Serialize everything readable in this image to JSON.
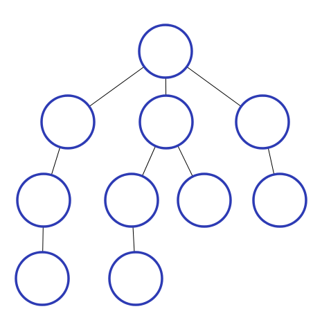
{
  "diagram": {
    "type": "tree",
    "colors": {
      "node_stroke": "#2d3bb4",
      "node_fill": "#ffffff",
      "edge": "#000000"
    },
    "nodes": [
      {
        "id": "root",
        "label": ""
      },
      {
        "id": "a",
        "label": ""
      },
      {
        "id": "b",
        "label": ""
      },
      {
        "id": "c",
        "label": ""
      },
      {
        "id": "a1",
        "label": ""
      },
      {
        "id": "b1",
        "label": ""
      },
      {
        "id": "b2",
        "label": ""
      },
      {
        "id": "c1",
        "label": ""
      },
      {
        "id": "a1x",
        "label": ""
      },
      {
        "id": "b1x",
        "label": ""
      }
    ],
    "edges": [
      {
        "from": "root",
        "to": "a"
      },
      {
        "from": "root",
        "to": "b"
      },
      {
        "from": "root",
        "to": "c"
      },
      {
        "from": "a",
        "to": "a1"
      },
      {
        "from": "b",
        "to": "b1"
      },
      {
        "from": "b",
        "to": "b2"
      },
      {
        "from": "c",
        "to": "c1"
      },
      {
        "from": "a1",
        "to": "a1x"
      },
      {
        "from": "b1",
        "to": "b1x"
      }
    ]
  }
}
